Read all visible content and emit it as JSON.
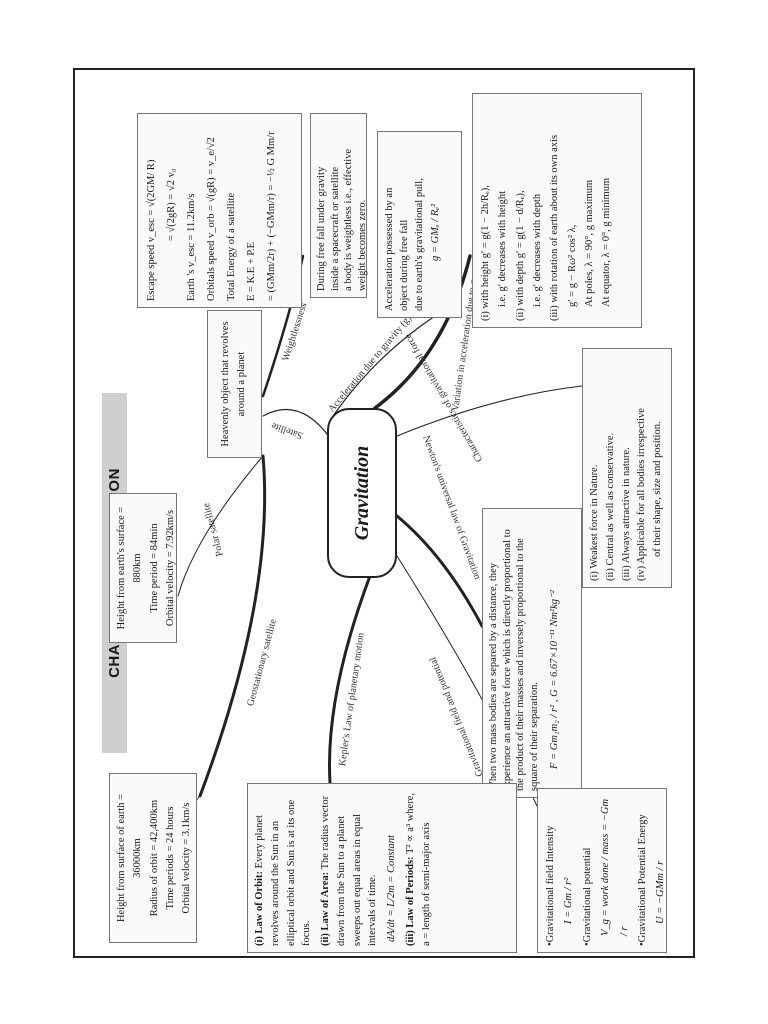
{
  "title": "CHAPTER : 8 GRAVITATION",
  "center": "Gravitation",
  "branches": {
    "satellite": "Satellite",
    "polar": "Polar satellite",
    "geostationary": "Geostationary satellite",
    "weightlessness": "Weightlessness",
    "acceleration": "Acceleration due to gravity (g)",
    "variation": "Variation in acceleration due to gravity (g)",
    "characteristics": "Characteristics of gravitational force",
    "newton": "Newton's universal law of Gravitation",
    "kepler": "Kepler's Law of planetary motion",
    "field": "Gravitational field and potential"
  },
  "geostationary_box": [
    "Height from surface of earth = 36000km",
    "Radius of orbit = 42,400km",
    "Time periods = 24 hours",
    "Orbital velocity = 3.1km/s"
  ],
  "polar_box": [
    "Height from earth's surface = 880km",
    "Time period = 84min",
    "Orbital velocity = 7.92km/s"
  ],
  "satellite_box": [
    "Heavenly object that revolves",
    "around a planet"
  ],
  "escape_box": [
    "Escape speed  v_esc = √(2GM/ R)",
    "= √(2gR) = √2 v₀",
    "Earth 's v_esc = 11.2km/s",
    "Orbitals speed  v_orb = √(gR) = v_e/√2",
    "Total Energy of a satellite",
    "E = K.E + P.E",
    "= (GMm/2r) + (−GMm/r) = −½ G Mm/r"
  ],
  "weightless_box": [
    "During free fall under gravity",
    "inside a spacecraft or satellite",
    "a body is weightless i.e., effective",
    "weight becomes zero."
  ],
  "acceleration_box": [
    "Acceleration possessed by an",
    "object during free fall",
    "due to earth's gravitational pull,",
    "g = GMₑ / Rₑ²"
  ],
  "variation_box": [
    "(i)  with height   g′ = g(1 − 2h/Rₑ),",
    "i.e. g′ decreases with height",
    "(ii)  with depth   g′ = g(1 − d/Rₑ),",
    "i.e. g′ decreases with depth",
    "(iii)  with rotation of earth about its own axis",
    "g′ = g − Rω² cos² λ,",
    "At poles, λ = 90°, g maximum",
    "At equator, λ = 0°, g minimum"
  ],
  "characteristics_box": [
    "(i)  Weakest force in Nature.",
    "(ii)  Central as well as conservative.",
    "(iii)  Always attractive in nature.",
    "(iv)  Applicable for all bodies irrespective",
    "of their shape, size and position."
  ],
  "newton_box": {
    "text": "When two mass bodies are separed by a distance, they experience an attractive force which is directly proportional to the product of their masses and inversely proportional to the square of their separation.",
    "formula": "F = Gm₁m₂ / r² ,  G = 6.67×10⁻¹¹ Nm²kg⁻²"
  },
  "field_box": [
    "•Gravitational field Intensity",
    "I = Gm / r²",
    "•Gravitational potential",
    "V_g = work done / mass = −Gm / r",
    "•Gravitational Potential Energy",
    "U = −GMm / r"
  ],
  "kepler_box": {
    "l1_label": "(i)  Law of Orbit:",
    "l1_text": "Every planet revolves around the Sun in an elliptical orbit and Sun is at its one focus.",
    "l2_label": "(ii)  Law of Area:",
    "l2_text": "The radius vector drawn from the Sun to a planet sweeps out equal areas in equal intervals of time.",
    "l2_formula": "dA/dt = L/2m = Constant",
    "l3_label": "(iii)  Law of Periods:",
    "l3_text": "T² ∝ a³ where, a = length of semi-major axis"
  },
  "colors": {
    "ink": "#1a1a1a",
    "title_bar": "#cfcfcf",
    "box_border": "#777777"
  }
}
